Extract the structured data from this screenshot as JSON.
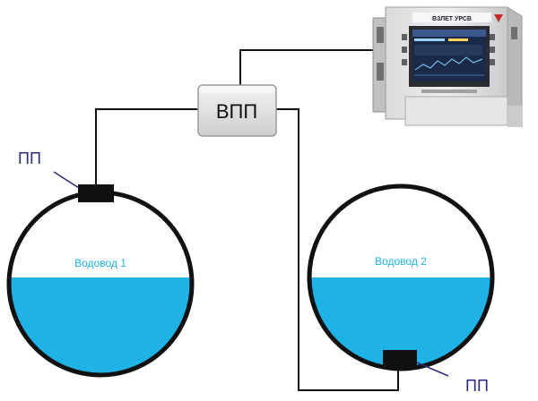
{
  "diagram": {
    "converter": {
      "label": "ВПП"
    },
    "sensor_labels": {
      "top": "ПП",
      "bottom": "ПП"
    },
    "pipes": [
      {
        "name": "Водовод 1"
      },
      {
        "name": "Водовод 2"
      }
    ],
    "device": {
      "brand": "ВЗЛЕТ УРСВ"
    }
  },
  "colors": {
    "water": "#1fb2e6",
    "pipe_outline": "#111111",
    "sensor": "#111111",
    "label_blue": "#2a2d7c",
    "wire": "#111111",
    "converter_fill": "#e6e6e6",
    "converter_border": "#9a9a9a"
  },
  "icons": [
    "flowmeter-device-icon",
    "converter-box-icon",
    "sensor-block-icon"
  ]
}
